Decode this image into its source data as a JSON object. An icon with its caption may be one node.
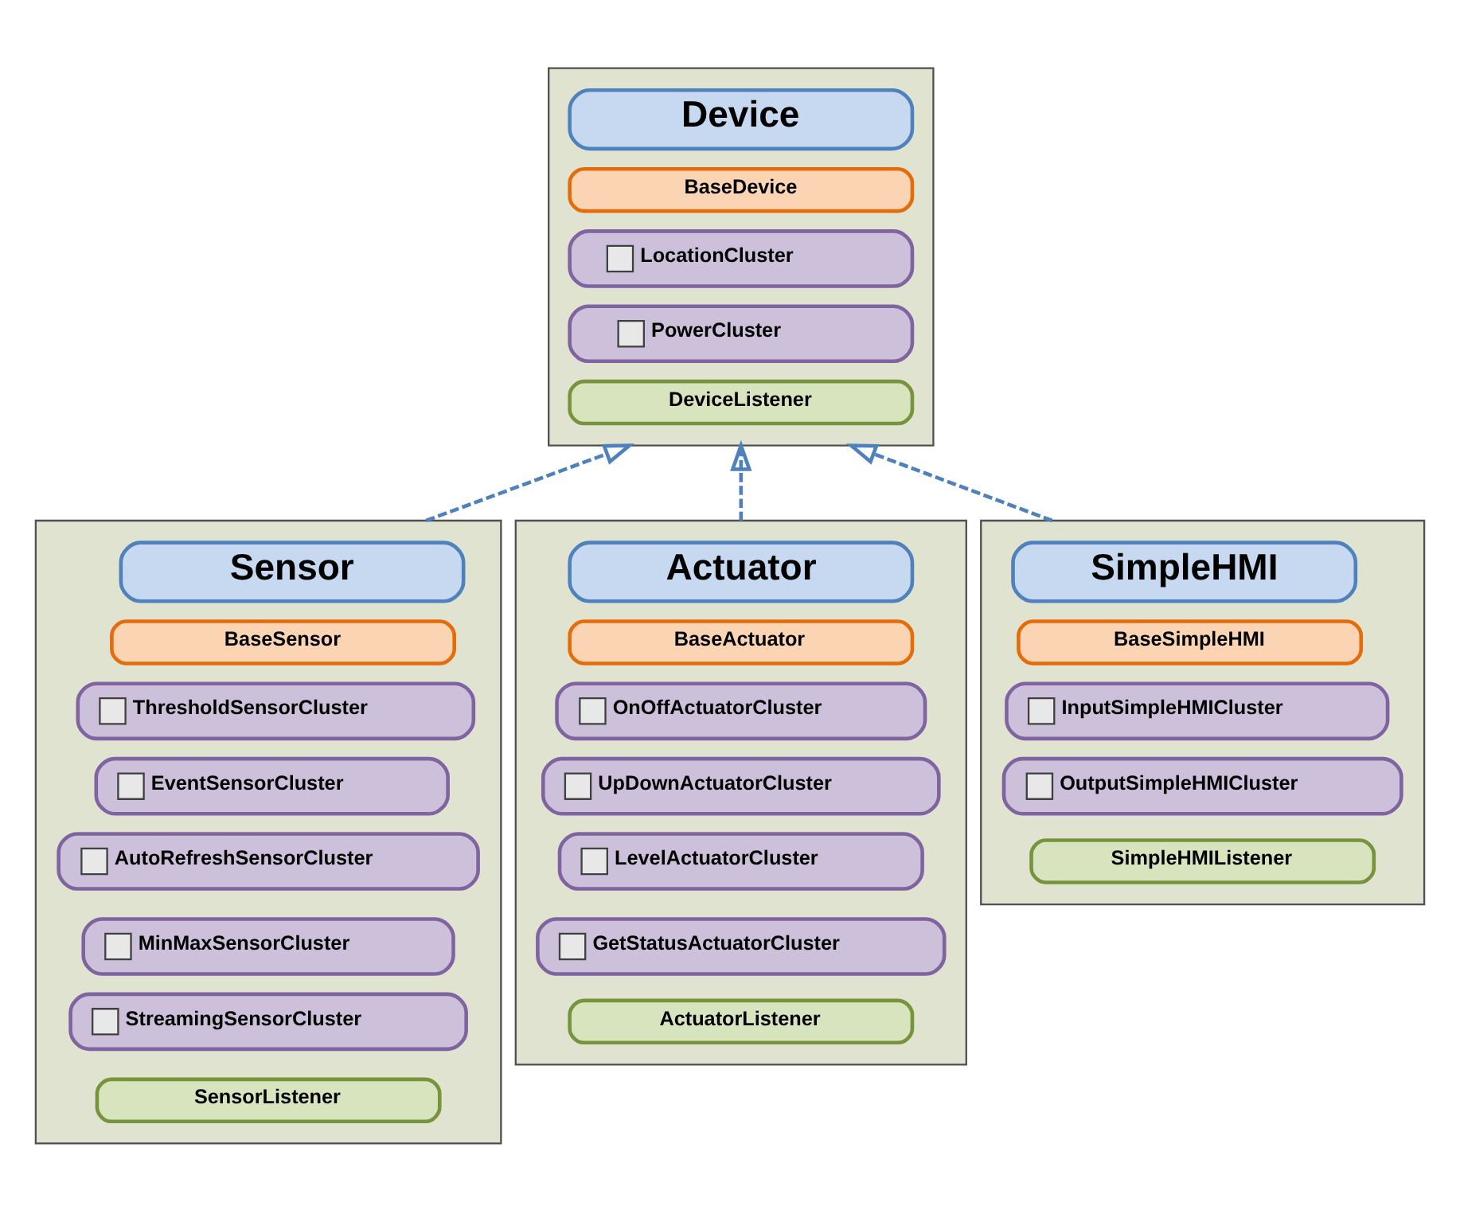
{
  "diagram": {
    "nodes": [
      {
        "text": [],
        "shape": "box"
      },
      {
        "text": [
          "Device"
        ],
        "in": 0
      },
      {
        "text": [
          "BaseDevice"
        ],
        "in": 0
      },
      {
        "text": [
          "LocationCluster"
        ],
        "in": 0
      },
      {
        "text": [
          "PowerCluster"
        ],
        "in": 0
      },
      {
        "text": [
          "DeviceListener"
        ],
        "in": 0
      },
      {
        "text": [],
        "shape": "box"
      },
      {
        "text": [
          "Sensor"
        ],
        "in": 6
      },
      {
        "text": [
          "BaseSensor"
        ],
        "in": 6
      },
      {
        "text": [
          "ThresholdSensorCluster"
        ],
        "in": 6
      },
      {
        "text": [
          "EventSensorCluster"
        ],
        "in": 6
      },
      {
        "text": [
          "AutoRefreshSensorCluster"
        ],
        "in": 6
      },
      {
        "text": [
          "MinMaxSensorCluster"
        ],
        "in": 6
      },
      {
        "text": [
          "StreamingSensorCluster"
        ],
        "in": 6
      },
      {
        "text": [
          "SensorListener"
        ],
        "in": 6
      },
      {
        "text": [],
        "shape": "box"
      },
      {
        "text": [
          "Actuator"
        ],
        "in": 15
      },
      {
        "text": [
          "BaseActuator"
        ],
        "in": 15
      },
      {
        "text": [
          "OnOffActuatorCluster"
        ],
        "in": 15
      },
      {
        "text": [
          "UpDownActuatorCluster"
        ],
        "in": 15
      },
      {
        "text": [
          "LevelActuatorCluster"
        ],
        "in": 15
      },
      {
        "text": [
          "GetStatusActuatorCluster"
        ],
        "in": 15
      },
      {
        "text": [
          "ActuatorListener"
        ],
        "in": 15
      },
      {
        "text": [],
        "shape": "box"
      },
      {
        "text": [
          "SimpleHMI"
        ],
        "in": 23
      },
      {
        "text": [
          "BaseSimpleHMI"
        ],
        "in": 23
      },
      {
        "text": [
          "InputSimpleHMICluster"
        ],
        "in": 23
      },
      {
        "text": [
          "OutputSimpleHMICluster"
        ],
        "in": 23
      },
      {
        "text": [
          "SimpleHMIListener"
        ],
        "in": 23
      }
    ],
    "edges": [
      {
        "from": 6,
        "to": 0,
        "arrow": "to",
        "style": "dashed"
      },
      {
        "from": 15,
        "to": 0,
        "arrow": "to",
        "style": "dashed"
      },
      {
        "from": 23,
        "to": 0,
        "arrow": "to",
        "style": "dashed"
      }
    ]
  }
}
